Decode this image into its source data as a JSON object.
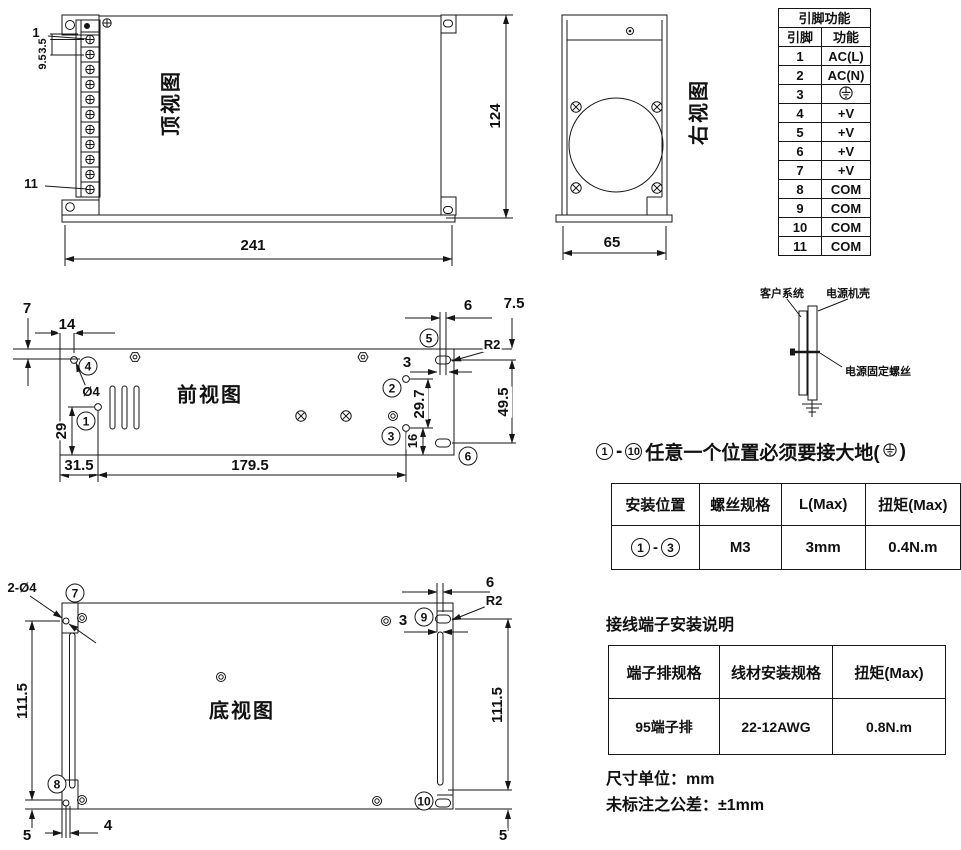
{
  "top_view": {
    "label": "顶视图",
    "dim_width": "241",
    "dim_height": "124",
    "terminal_first": "1",
    "terminal_last": "11",
    "dim_offset": "3.5",
    "dim_pitch": "9.5"
  },
  "right_view": {
    "label": "右视图",
    "dim_width": "65"
  },
  "front_view": {
    "label": "前视图",
    "dims": {
      "d7": "7",
      "d14": "14",
      "dia": "Ø4",
      "d29": "29",
      "d31_5": "31.5",
      "d179_5": "179.5",
      "d3": "3",
      "d6": "6",
      "d7_5": "7.5",
      "r2": "R2",
      "d29_7": "29.7",
      "d49_5": "49.5",
      "d16": "16"
    }
  },
  "bottom_view": {
    "label": "底视图",
    "dims": {
      "dia2": "2-Ø4",
      "d111_5_left": "111.5",
      "d111_5_right": "111.5",
      "d5_left": "5",
      "d5_right": "5",
      "d4": "4",
      "d6": "6",
      "r2": "R2",
      "d3": "3"
    }
  },
  "markers": {
    "m1": "1",
    "m2": "2",
    "m3": "3",
    "m4": "4",
    "m5": "5",
    "m6": "6",
    "m7": "7",
    "m8": "8",
    "m9": "9",
    "m10": "10"
  },
  "pin_table": {
    "title": "引脚功能",
    "col_pin": "引脚",
    "col_func": "功能",
    "rows": [
      {
        "pin": "1",
        "func": "AC(L)"
      },
      {
        "pin": "2",
        "func": "AC(N)"
      },
      {
        "pin": "3",
        "func": "",
        "icon": "earth-ground-icon"
      },
      {
        "pin": "4",
        "func": "+V"
      },
      {
        "pin": "5",
        "func": "+V"
      },
      {
        "pin": "6",
        "func": "+V"
      },
      {
        "pin": "7",
        "func": "+V"
      },
      {
        "pin": "8",
        "func": "COM"
      },
      {
        "pin": "9",
        "func": "COM"
      },
      {
        "pin": "10",
        "func": "COM"
      },
      {
        "pin": "11",
        "func": "COM"
      }
    ]
  },
  "mount_diagram": {
    "customer_label": "客户系统",
    "case_label": "电源机壳",
    "screw_label": "电源固定螺丝"
  },
  "ground_note": {
    "range_start": "1",
    "range_end": "10",
    "separator": "-",
    "text_before": "任意一个位置必须要接大地(",
    "text_after": ")"
  },
  "install_table": {
    "headers": {
      "position": "安装位置",
      "screw": "螺丝规格",
      "length": "L(Max)",
      "torque": "扭矩(Max)"
    },
    "row": {
      "pos_start": "1",
      "pos_separator": "-",
      "pos_end": "3",
      "screw": "M3",
      "length": "3mm",
      "torque": "0.4N.m"
    }
  },
  "terminal_table": {
    "title": "接线端子安装说明",
    "headers": {
      "terminal": "端子排规格",
      "wire": "线材安装规格",
      "torque": "扭矩(Max)"
    },
    "row": {
      "terminal": "95端子排",
      "wire": "22-12AWG",
      "torque": "0.8N.m"
    }
  },
  "notes": {
    "unit": "尺寸单位：mm",
    "tolerance": "未标注之公差：±1mm"
  }
}
